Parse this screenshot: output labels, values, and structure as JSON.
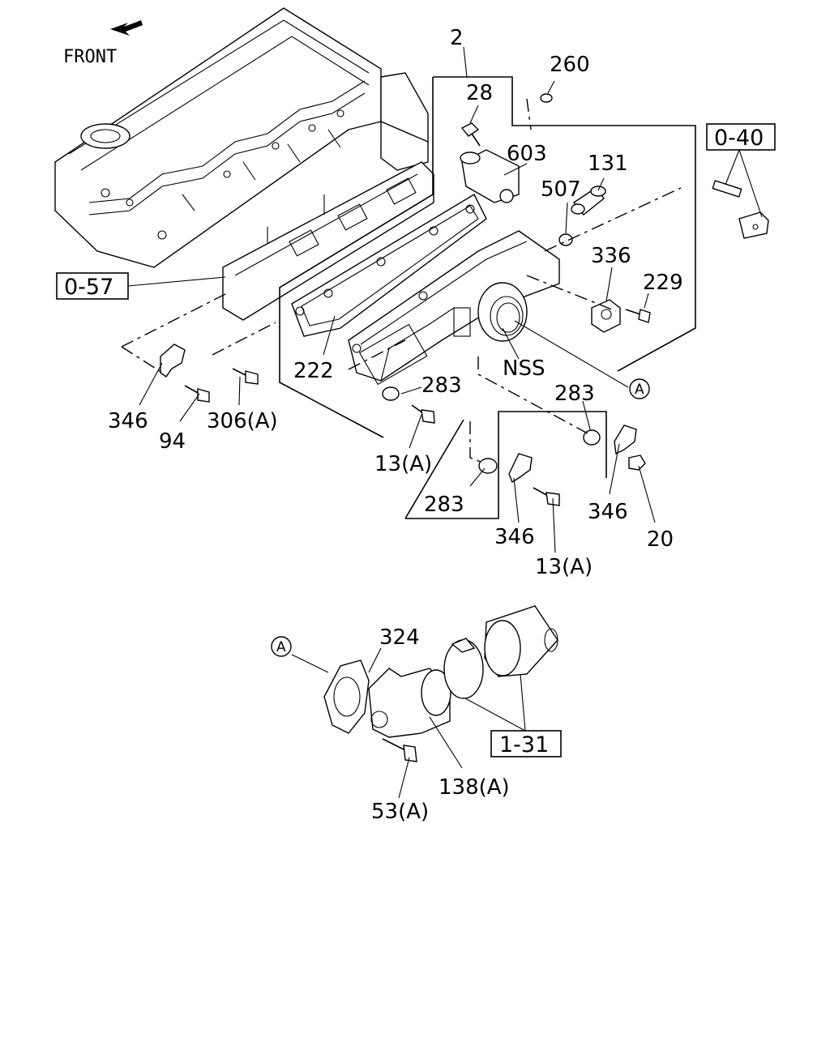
{
  "diagram": {
    "orientation": {
      "label": "FRONT",
      "icon": "front-arrow-icon"
    },
    "reference_boxes": [
      {
        "id": "ref-0-40",
        "label": "0-40"
      },
      {
        "id": "ref-0-57",
        "label": "0-57"
      },
      {
        "id": "ref-1-31",
        "label": "1-31"
      }
    ],
    "callouts": {
      "c2": "2",
      "c260": "260",
      "c28": "28",
      "c603": "603",
      "c131": "131",
      "c507": "507",
      "c336": "336",
      "c229": "229",
      "cNSS": "NSS",
      "c222": "222",
      "c283a": "283",
      "c283b": "283",
      "c283c": "283",
      "c346a": "346",
      "c346b": "346",
      "c346c": "346",
      "c94": "94",
      "c306": "306(A)",
      "c13a": "13(A)",
      "c13b": "13(A)",
      "c20": "20",
      "c324": "324",
      "c138": "138(A)",
      "c53": "53(A)"
    },
    "circle_markers": {
      "upper": "A",
      "lower": "A"
    }
  }
}
